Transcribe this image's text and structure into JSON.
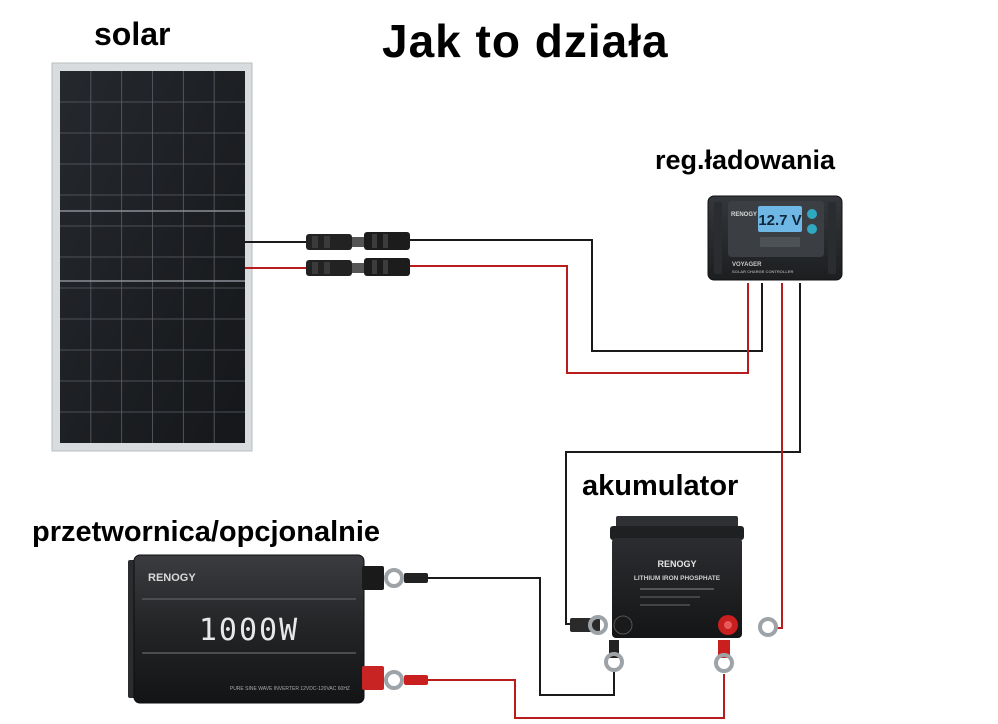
{
  "title": "Jak to działa",
  "labels": {
    "solar": "solar",
    "charge_controller": "reg.ładowania",
    "battery": "akumulator",
    "inverter": "przetwornica/opcjonalnie"
  },
  "controller": {
    "display": "12.7 V",
    "model": "VOYAGER",
    "subtitle": "SOLAR CHARGE CONTROLLER",
    "brand": "RENOGY"
  },
  "battery": {
    "brand": "RENOGY",
    "type": "LITHIUM IRON PHOSPHATE"
  },
  "inverter": {
    "brand": "RENOGY",
    "power": "1000W",
    "caption": "PURE SINE WAVE INVERTER 12VDC-120VAC 60HZ"
  },
  "colors": {
    "negative_wire": "#1a1a1a",
    "positive_wire": "#b81c1c",
    "panel_frame": "#d8dcdf",
    "panel_cell": "#1b1d21"
  }
}
